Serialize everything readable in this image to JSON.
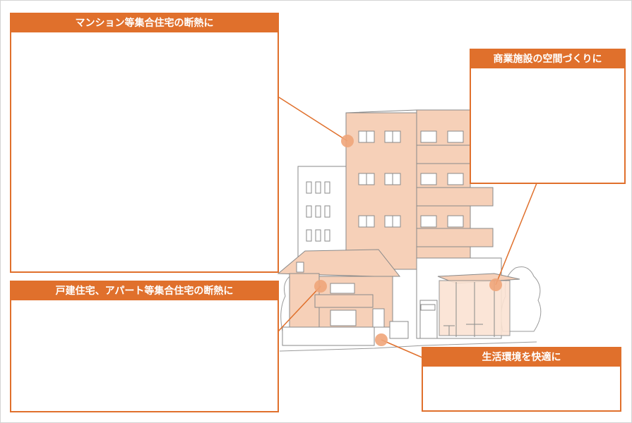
{
  "panels": {
    "mansion": {
      "title": "マンション等集合住宅の断熱に"
    },
    "house": {
      "title": "戸建住宅、アパート等集合住宅の断熱に"
    },
    "commercial": {
      "title": "商業施設の空間づくりに"
    },
    "comfort": {
      "title": "生活環境を快適に"
    }
  },
  "colors": {
    "accent": "#e0702c",
    "building_fill": "#f6d0b8",
    "building_fill_light": "#fbe3d3",
    "outline": "#8a8a8a",
    "marker": "#f0a57a",
    "tree": "#e8e8e8"
  },
  "icons": {
    "marker": "dot-marker-icon"
  }
}
